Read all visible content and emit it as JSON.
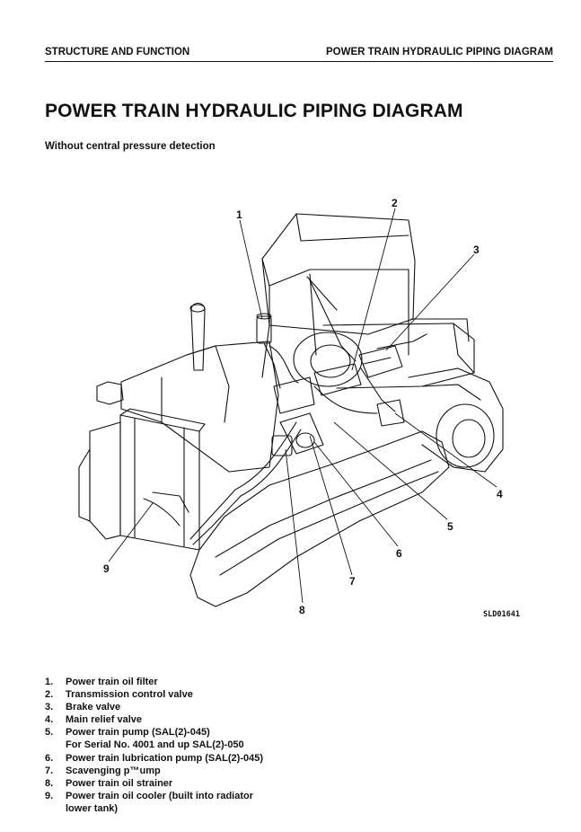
{
  "header": {
    "left": "STRUCTURE AND FUNCTION",
    "right": "POWER TRAIN HYDRAULIC PIPING DIAGRAM"
  },
  "title": "POWER TRAIN HYDRAULIC PIPING DIAGRAM",
  "subtitle": "Without central pressure detection",
  "figure": {
    "callouts": [
      "1",
      "2",
      "3",
      "4",
      "5",
      "6",
      "7",
      "8",
      "9"
    ],
    "code": "SLD01641"
  },
  "legend": [
    {
      "num": "1.",
      "text": "Power train oil filter"
    },
    {
      "num": "2.",
      "text": "Transmission control valve"
    },
    {
      "num": "3.",
      "text": "Brake valve"
    },
    {
      "num": "4.",
      "text": "Main relief valve"
    },
    {
      "num": "5.",
      "text": "Power train pump (SAL(2)-045)",
      "text2": "For Serial No. 4001 and up SAL(2)-050"
    },
    {
      "num": "6.",
      "text": "Power train lubrication pump (SAL(2)-045)"
    },
    {
      "num": "7.",
      "text": "Scavenging p™ump"
    },
    {
      "num": "8.",
      "text": "Power train oil strainer"
    },
    {
      "num": "9.",
      "text": "Power train oil cooler (built into radiator",
      "text2": "lower tank)"
    }
  ]
}
